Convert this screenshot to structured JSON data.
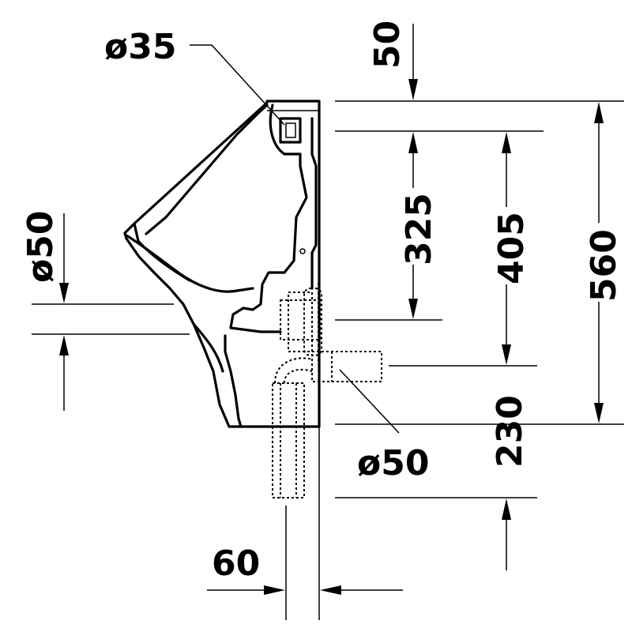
{
  "dimensions": {
    "inlet_diameter": "ø35",
    "top_offset": "50",
    "outlet_diameter_left": "ø50",
    "inlet_to_outlet": "325",
    "inlet_to_waste": "405",
    "total_height": "560",
    "waste_height": "230",
    "waste_diameter": "ø50",
    "waste_offset": "60"
  },
  "colors": {
    "line": "#000000",
    "background": "#ffffff"
  }
}
